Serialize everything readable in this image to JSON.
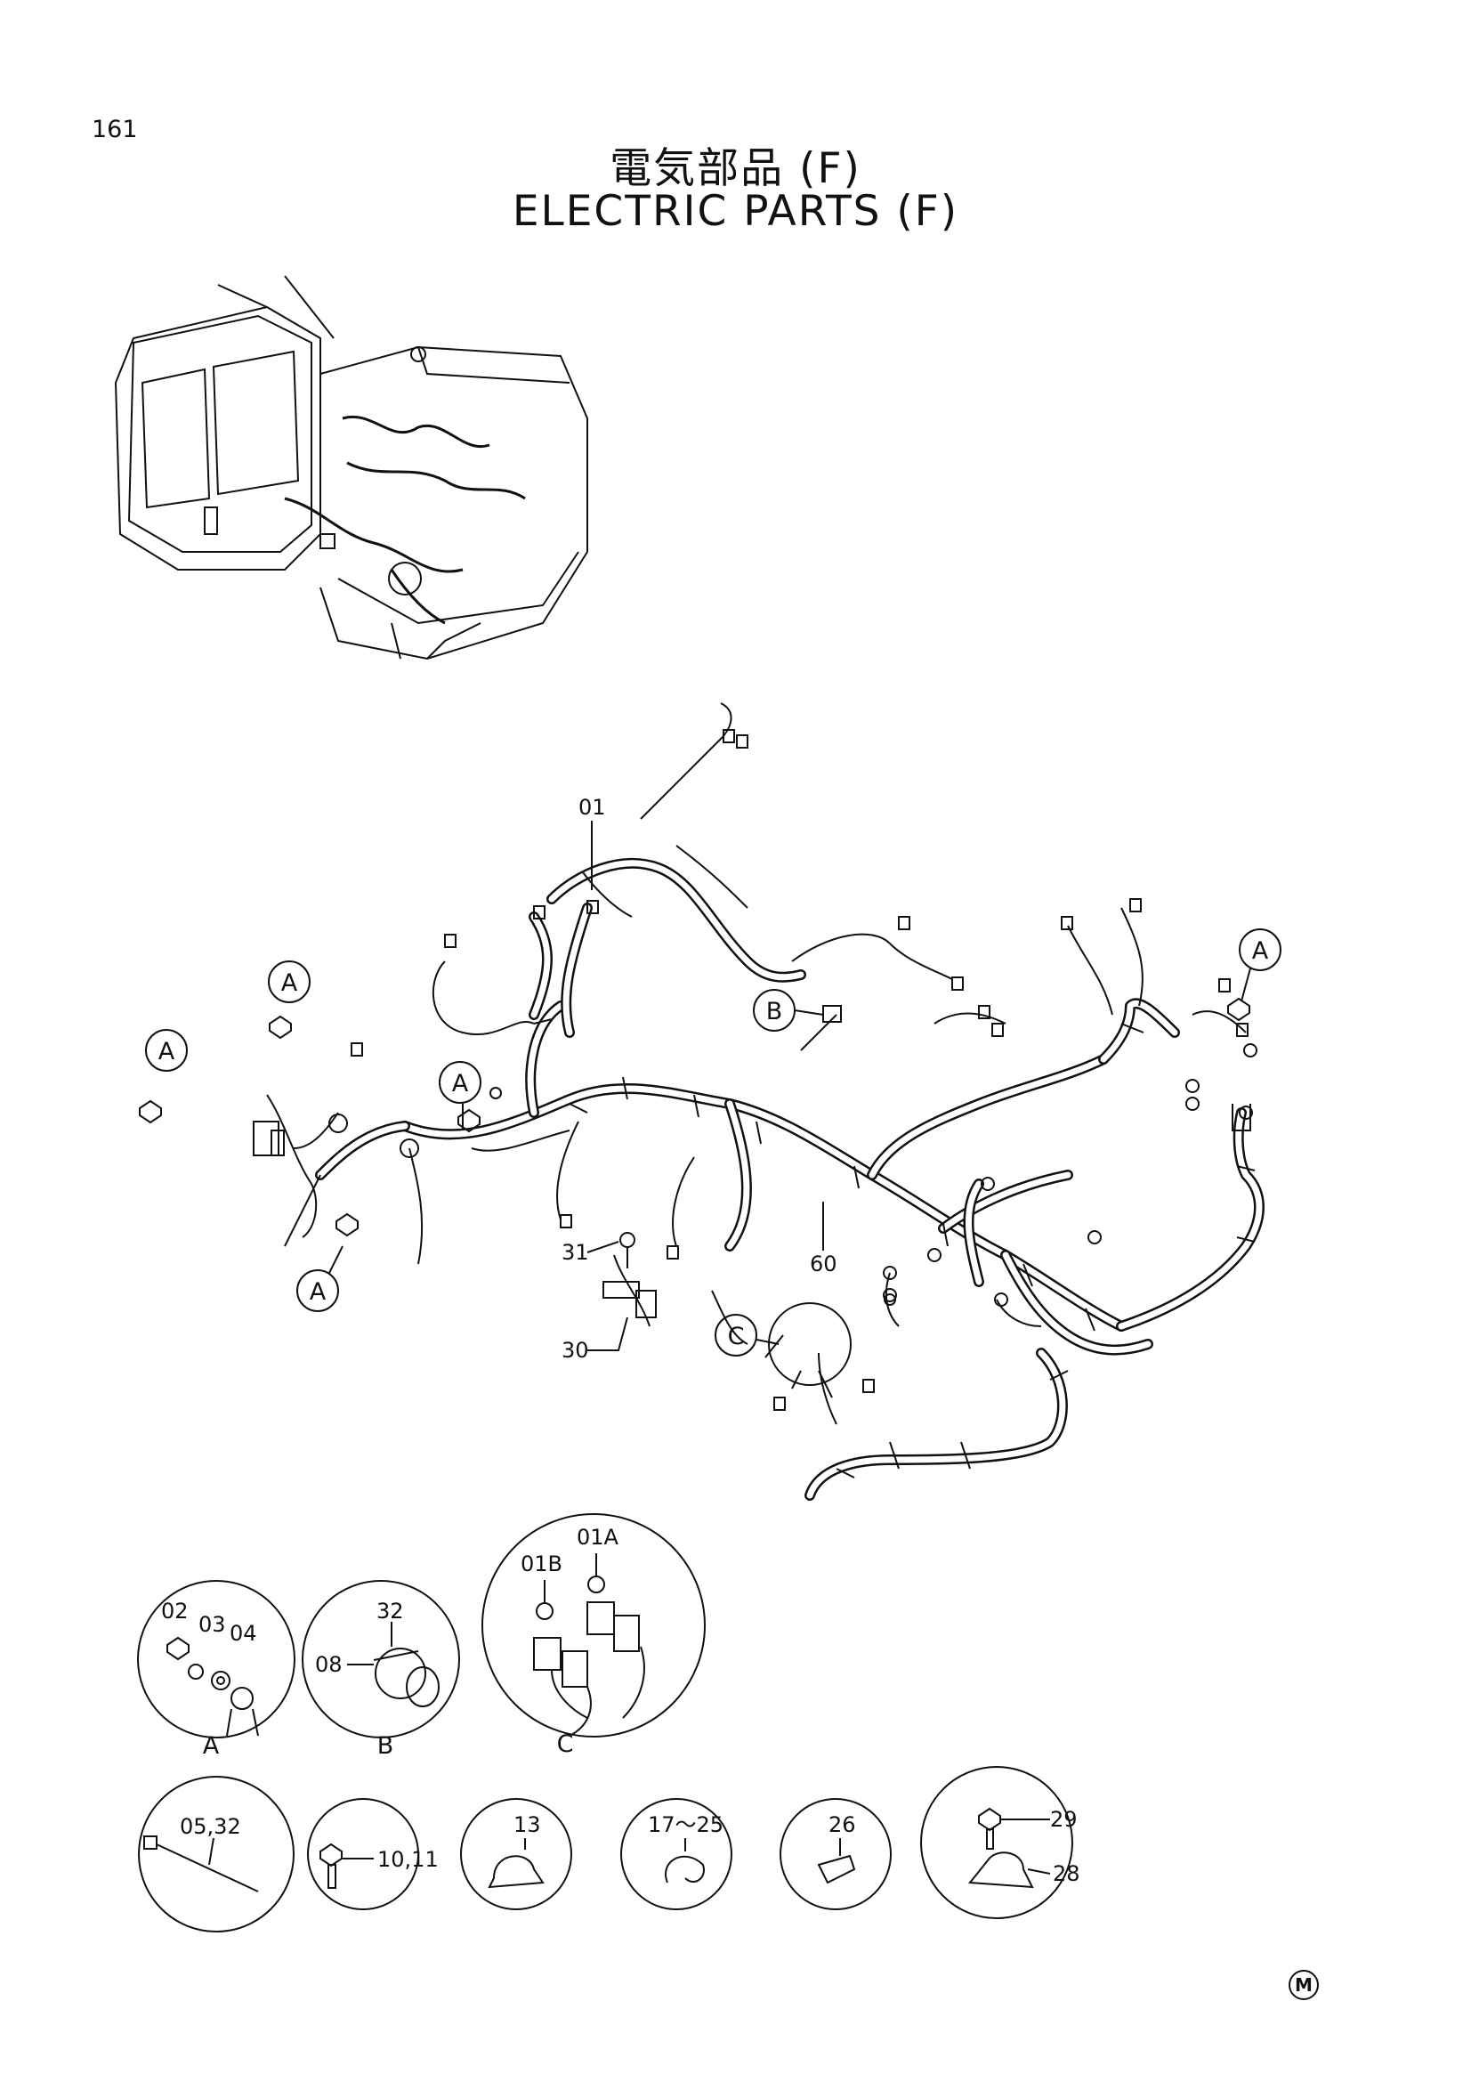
{
  "page_number": "161",
  "title_jp": "電気部品 (F)",
  "title_en": "ELECTRIC PARTS (F)",
  "callouts": {
    "a1": "A",
    "a2": "A",
    "a3": "A",
    "a4": "A",
    "a5": "A",
    "b": "B",
    "c": "C"
  },
  "part_labels": {
    "p01": "01",
    "p60": "60",
    "p31": "31",
    "p30": "30"
  },
  "detail_a": {
    "p02": "02",
    "p03": "03",
    "p04": "04",
    "caption": "A"
  },
  "detail_b": {
    "p32": "32",
    "p08": "08",
    "caption": "B"
  },
  "detail_c": {
    "p01a": "01A",
    "p01b": "01B",
    "caption": "C"
  },
  "small_parts": {
    "tie": "05,32",
    "bolt": "10,11",
    "clamp13": "13",
    "clamp17": "17～25",
    "clip26": "26",
    "bolt29": "29",
    "clamp28": "28"
  },
  "mark": "M"
}
